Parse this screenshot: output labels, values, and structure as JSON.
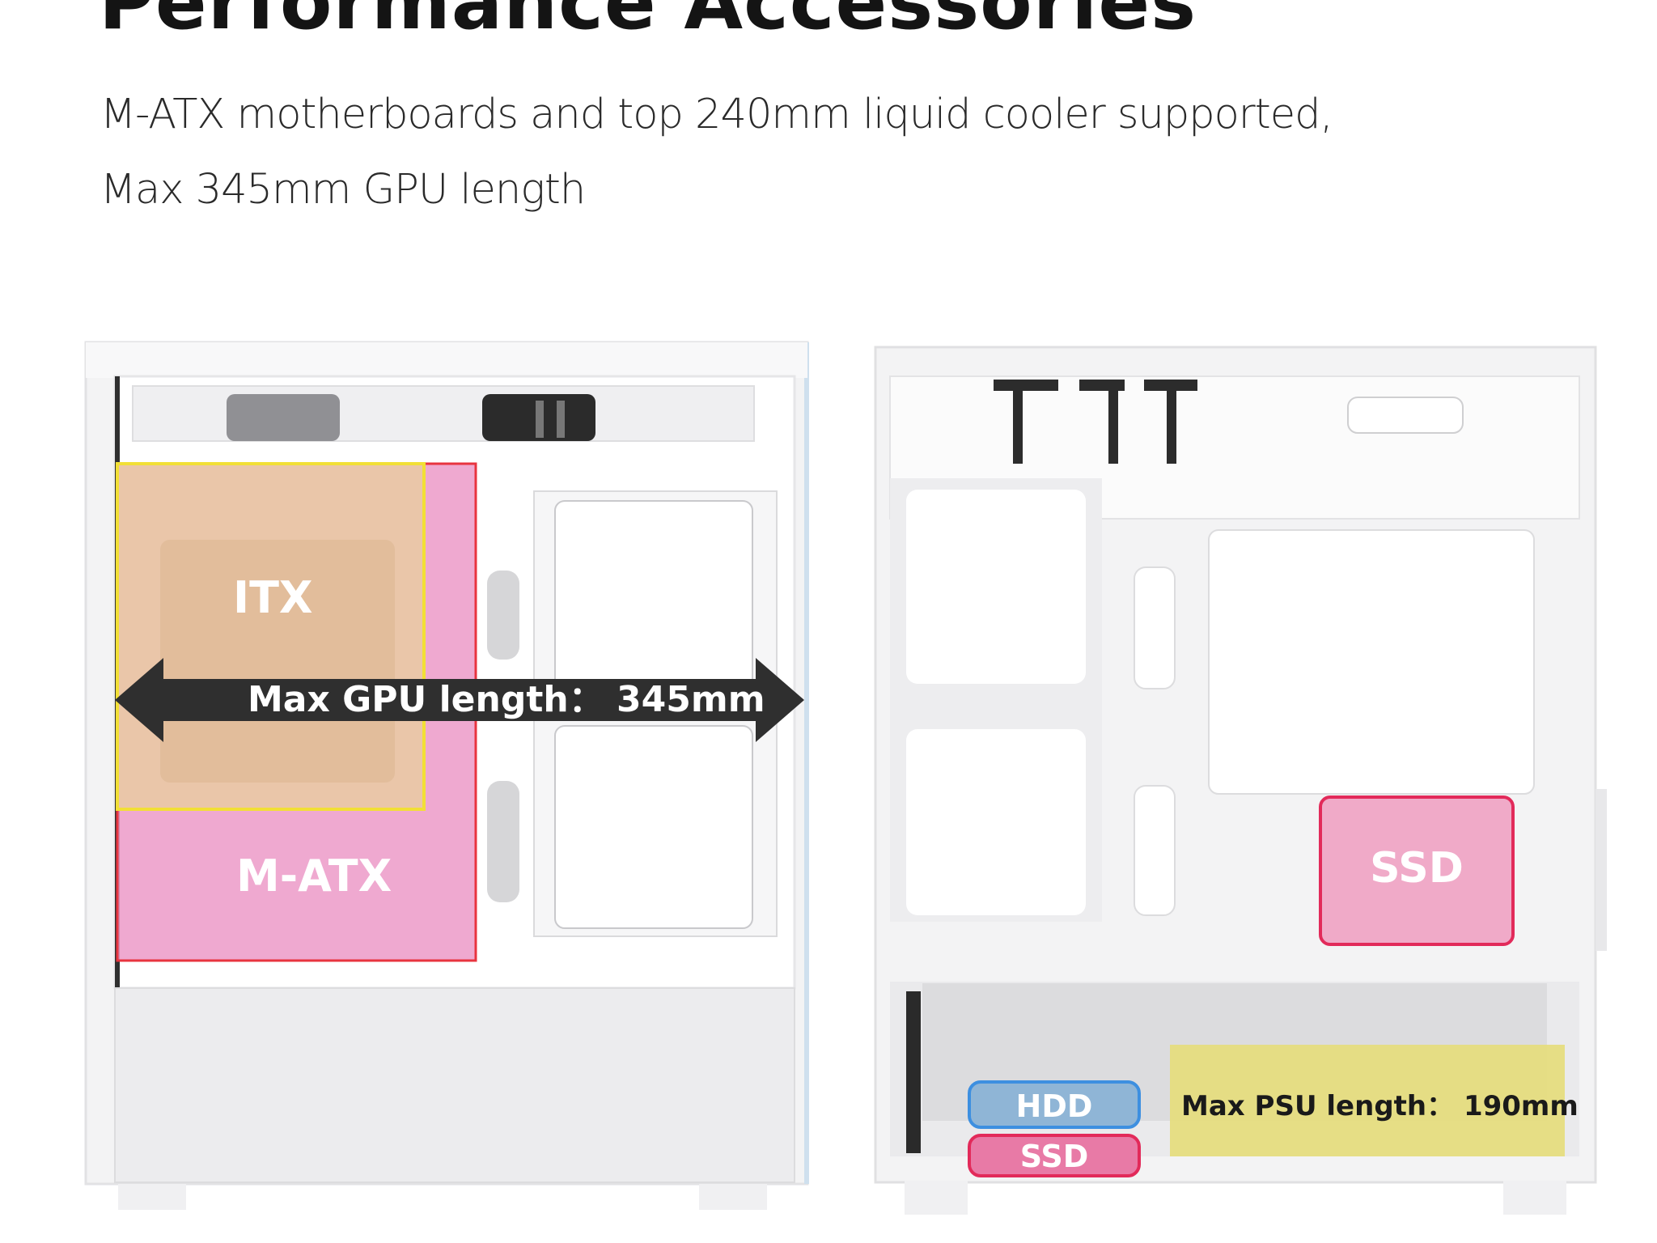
{
  "header": {
    "title": "Performance Accessories",
    "subtitle_line1": "M-ATX motherboards and top 240mm liquid cooler supported,",
    "subtitle_line2": "Max 345mm GPU length"
  },
  "left_case": {
    "itx_label": "ITX",
    "matx_label": "M-ATX",
    "gpu_label": "Max GPU length： 345mm"
  },
  "right_case": {
    "ssd_label": "SSD",
    "hdd_label": "HDD",
    "ssd_small_label": "SSD",
    "psu_label": "Max PSU length： 190mm"
  },
  "colors": {
    "itx_fill": "#e9c7a6",
    "itx_border": "#f2df36",
    "matx_fill": "#ec9ac8",
    "matx_border": "#e8343f",
    "ssd_fill": "#f0aac8",
    "ssd_border": "#e22a5a",
    "hdd_fill": "#8fb5d6",
    "hdd_border": "#3d8fe0",
    "psu_fill": "#e6dd7a",
    "arrow": "#2f2f2f"
  }
}
